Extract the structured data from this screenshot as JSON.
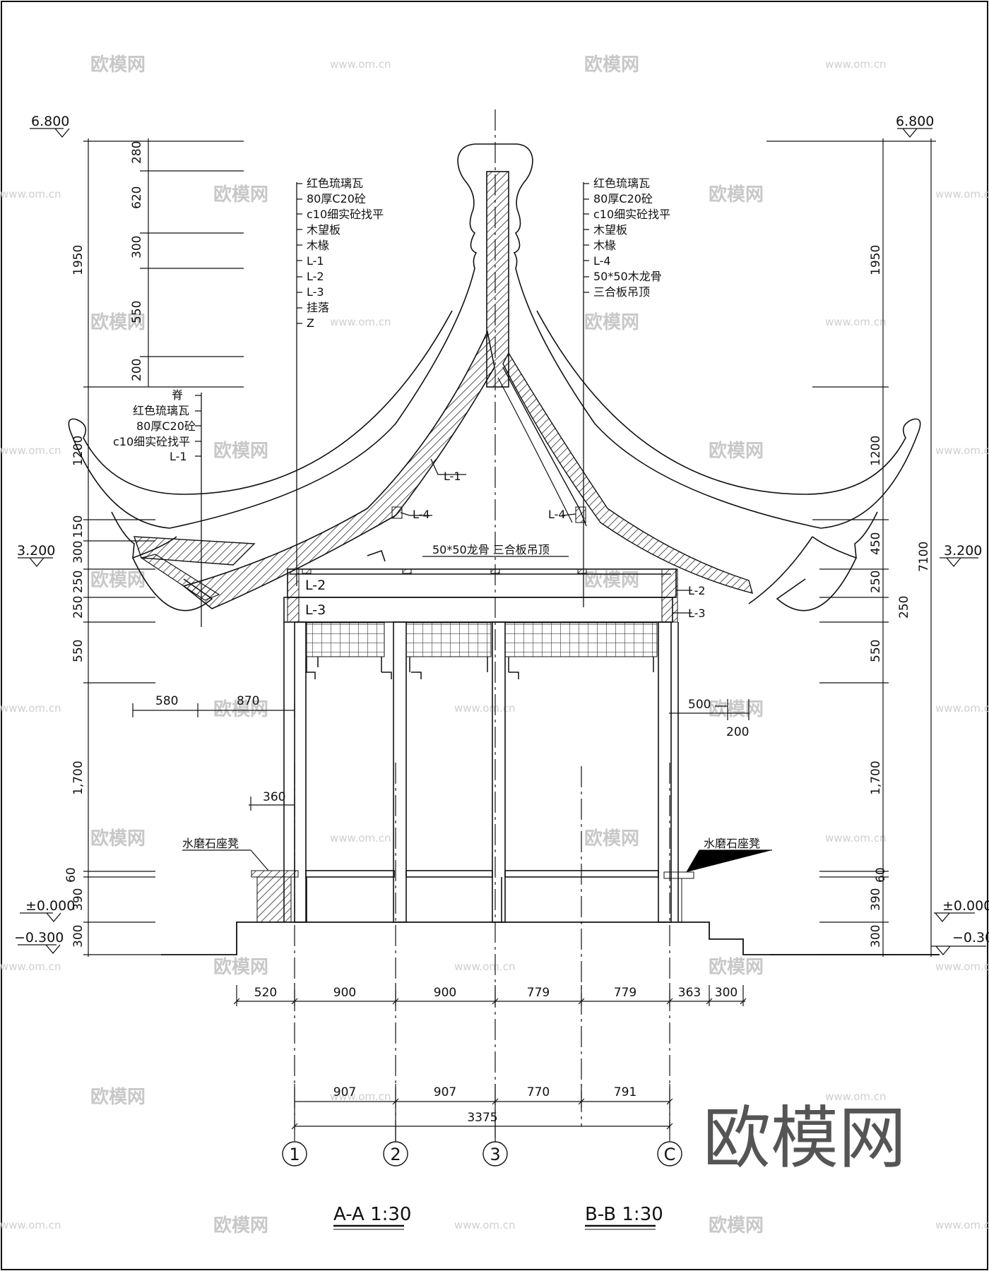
{
  "watermark": {
    "brand": "欧模网",
    "url": "www.om.cn",
    "edge": "www.om.cn",
    "big": "欧模网"
  },
  "levels": {
    "top": "6.800",
    "eave": "3.200",
    "zero": "±0.000",
    "ground": "−0.300",
    "ground_cut": "−0.30"
  },
  "left_vertical_dims": [
    "280",
    "620",
    "300",
    "550",
    "200",
    "1950",
    "1200",
    "150",
    "300",
    "250",
    "250",
    "550",
    "1,700",
    "60",
    "390",
    "300"
  ],
  "right_vertical_dims": [
    "1950",
    "1200",
    "450",
    "250",
    "250",
    "550",
    "1,700",
    "60",
    "390",
    "300",
    "7100"
  ],
  "notes_left": [
    "红色琉璃瓦",
    "80厚C20砼",
    "c10细实砼找平",
    "木望板",
    "木椽",
    "L-1",
    "L-2",
    "L-3",
    "挂落",
    "Z"
  ],
  "notes_right": [
    "红色琉璃瓦",
    "80厚C20砼",
    "c10细实砼找平",
    "木望板",
    "木椽",
    "L-4",
    "50*50木龙骨",
    "三合板吊顶"
  ],
  "notes_ridge": [
    "脊",
    "红色琉璃瓦",
    "80厚C20砼",
    "c10细实砼找平",
    "L-1"
  ],
  "beam_labels": {
    "l1": "L-1",
    "l2": "L-2",
    "l3": "L-3",
    "l4": "L-4",
    "ceiling": "50*50龙骨 三合板吊顶"
  },
  "horizontal_dims": {
    "d580": "580",
    "d870": "870",
    "d500": "500",
    "d200": "200",
    "d360": "360",
    "row1": [
      "520",
      "900",
      "900",
      "779",
      "779",
      "363",
      "300"
    ],
    "row2": [
      "907",
      "907",
      "770",
      "791"
    ],
    "total": "3375"
  },
  "bench_label": "水磨石座凳",
  "axes": [
    "1",
    "2",
    "3",
    "C"
  ],
  "titles": {
    "a": "A-A 1:30",
    "b": "B-B 1:30"
  }
}
